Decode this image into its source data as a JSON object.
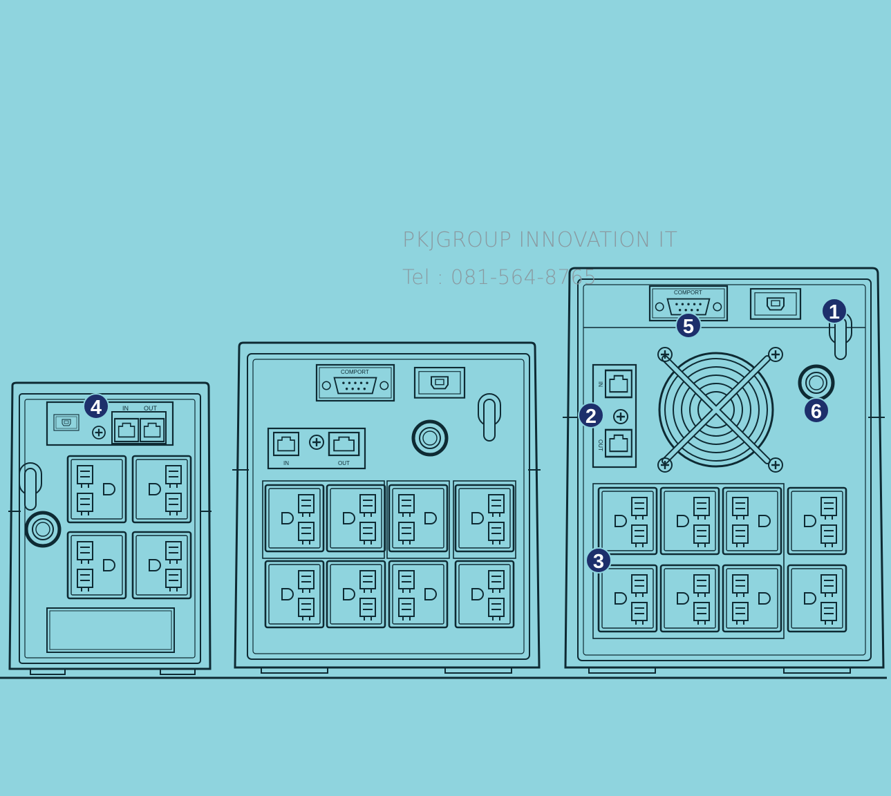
{
  "watermark": {
    "title": "PKJGROUP INNOVATION IT",
    "tel": "Tel : 081-564-8765"
  },
  "ports": {
    "comport": "COMPORT",
    "in": "IN",
    "out": "OUT"
  },
  "callouts": {
    "c1": "1",
    "c2": "2",
    "c3": "3",
    "c4": "4",
    "c5": "5",
    "c6": "6"
  },
  "colors": {
    "background": "#8fd4de",
    "line": "#0e2a33",
    "callout_fill": "#1d2f6b",
    "watermark": "#8a9aa1"
  }
}
